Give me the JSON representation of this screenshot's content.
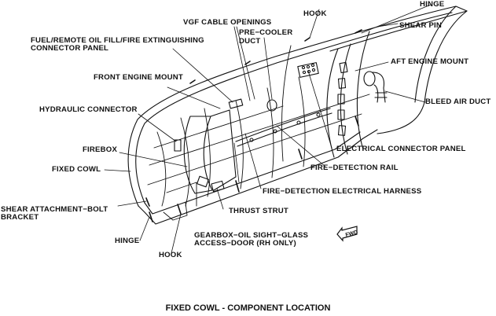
{
  "figure": {
    "caption": "FIXED COWL - COMPONENT LOCATION",
    "ink_color": "#111111",
    "background": "#ffffff"
  },
  "labels": {
    "hinge_top": "HINGE",
    "hook_top": "HOOK",
    "shear_pin": "SHEAR PIN",
    "vgf_cable_openings": "VGF CABLE OPENINGS",
    "pre_cooler_duct_1": "PRE−COOLER",
    "pre_cooler_duct_2": "DUCT",
    "fuel_panel_1": "FUEL/REMOTE OIL FILL/FIRE EXTINGUISHING",
    "fuel_panel_2": "CONNECTOR PANEL",
    "aft_engine_mount": "AFT ENGINE MOUNT",
    "front_engine_mount": "FRONT ENGINE MOUNT",
    "bleed_air_duct": "BLEED AIR DUCT",
    "hydraulic_connector": "HYDRAULIC CONNECTOR",
    "firebox": "FIREBOX",
    "electrical_connector_panel": "ELECTRICAL CONNECTOR PANEL",
    "fixed_cowl": "FIXED COWL",
    "fire_detection_rail": "FIRE−DETECTION RAIL",
    "fire_detection_harness": "FIRE−DETECTION ELECTRICAL HARNESS",
    "shear_bolt_bracket_1": "SHEAR ATTACHMENT−BOLT",
    "shear_bolt_bracket_2": "BRACKET",
    "thrust_strut": "THRUST STRUT",
    "hinge_bottom": "HINGE",
    "gearbox_door_1": "GEARBOX−OIL SIGHT−GLASS",
    "gearbox_door_2": "ACCESS−DOOR (RH ONLY)",
    "hook_bottom": "HOOK",
    "fwd_arrow": "FWD"
  }
}
